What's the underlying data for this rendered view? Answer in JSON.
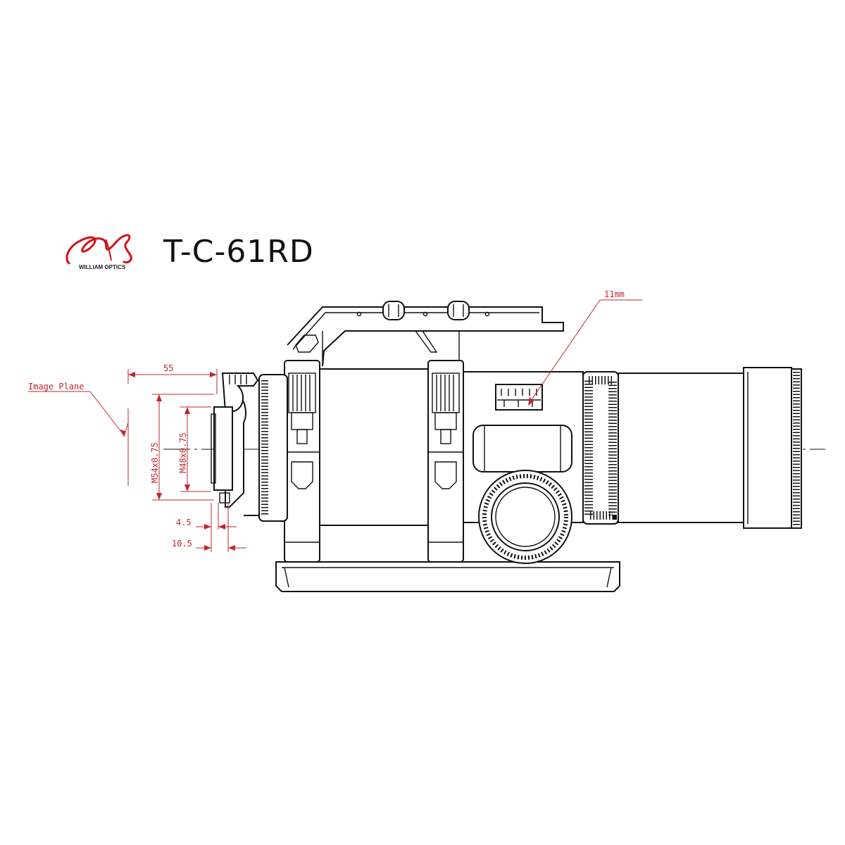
{
  "brand": {
    "logo_text": "WILLIAM OPTICS",
    "logo_color": "#d0121b"
  },
  "title": "T-C-61RD",
  "annotations": {
    "image_plane": "Image Plane",
    "focuser_scale": "11mm",
    "backfocus": "55",
    "thread_outer": "M54x0.75",
    "thread_inner": "M48x0.75",
    "depth_short": "4.5",
    "depth_long": "10.5"
  },
  "colors": {
    "dimension": "#c0272d",
    "line": "#111111"
  }
}
